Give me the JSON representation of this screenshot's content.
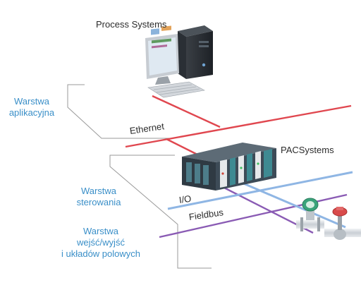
{
  "labels": {
    "process_systems": "Process Systems",
    "pacsystems": "PACSystems",
    "ethernet": "Ethernet",
    "io": "I/O",
    "fieldbus": "Fieldbus"
  },
  "layers": {
    "application": [
      "Warstwa",
      "aplikacyjna"
    ],
    "control": [
      "Warstwa",
      "sterowania"
    ],
    "field": [
      "Warstwa",
      "wejść/wyjść",
      "i układów polowych"
    ]
  },
  "colors": {
    "ethernet": "#e0474f",
    "io": "#8fb6e4",
    "fieldbus": "#8a5bb4",
    "layer_text": "#3a8fc8",
    "bracket": "#9a9a9a"
  },
  "icons": [
    "workstation-icon",
    "pac-controller-icon",
    "flow-meter-icon",
    "control-valve-icon"
  ]
}
